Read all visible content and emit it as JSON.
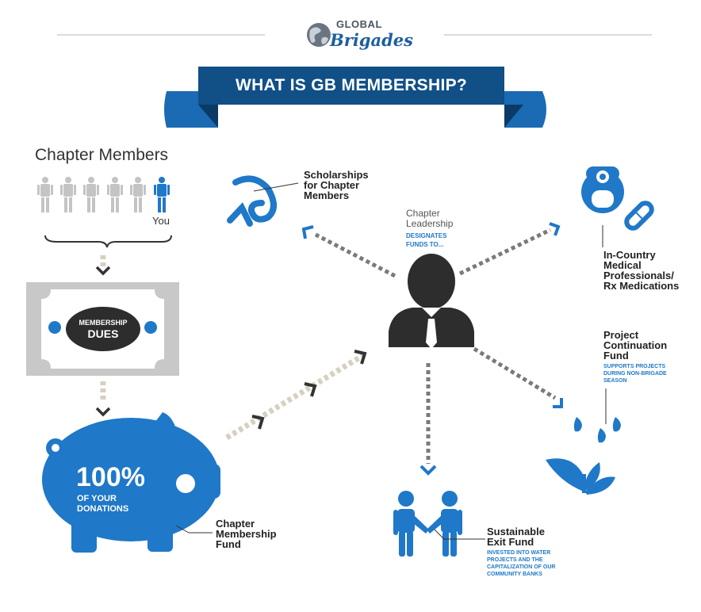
{
  "brand": {
    "line1": "GLOBAL",
    "line2": "Brigades"
  },
  "title": "WHAT IS GB MEMBERSHIP?",
  "members": {
    "heading": "Chapter Members",
    "you": "You"
  },
  "dues": {
    "line1": "MEMBERSHIP",
    "line2": "DUES"
  },
  "piggy": {
    "percent": "100%",
    "line1": "OF YOUR",
    "line2": "DONATIONS"
  },
  "chapter_fund": [
    "Chapter",
    "Membership",
    "Fund"
  ],
  "leadership": {
    "line1": "Chapter",
    "line2": "Leadership",
    "line3": "DESIGNATES",
    "line4": "FUNDS TO..."
  },
  "scholarships": [
    "Scholarships",
    "for Chapter",
    "Members"
  ],
  "medical": [
    "In-Country",
    "Medical",
    "Professionals/",
    "Rx Medications"
  ],
  "continuation": {
    "title": [
      "Project",
      "Continuation",
      "Fund"
    ],
    "desc": [
      "SUPPORTS PROJECTS",
      "DURING NON-BRIGADE",
      "SEASON"
    ]
  },
  "exit": {
    "title": [
      "Sustainable",
      "Exit Fund"
    ],
    "desc": [
      "INVESTED INTO WATER",
      "PROJECTS AND THE",
      "CAPITALIZATION OF OUR",
      "COMMUNITY BANKS"
    ]
  },
  "colors": {
    "blue": "#1f78c8",
    "navy": "#114f87",
    "dark": "#2d2d2d",
    "gray": "#c4c4c4",
    "beige": "#d6d0c0"
  }
}
